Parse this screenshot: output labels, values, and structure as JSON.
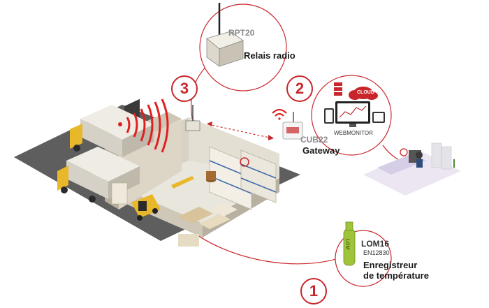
{
  "steps": {
    "one": "1",
    "two": "2",
    "three": "3"
  },
  "repeater": {
    "code": "RPT20",
    "name": "Relais radio"
  },
  "gateway": {
    "code": "CUB22",
    "name": "Gateway"
  },
  "cloud": {
    "badge": "CLOUD",
    "name": "WEBMONITOR"
  },
  "logger": {
    "code": "LOM16",
    "standard": "EN12830",
    "name_line1": "Enregistreur",
    "name_line2": "de température",
    "body_text": "LOM"
  },
  "colors": {
    "accent_red": "#c8262b",
    "logger_green": "#9fc43a",
    "truck_yellow": "#e8b82a"
  }
}
